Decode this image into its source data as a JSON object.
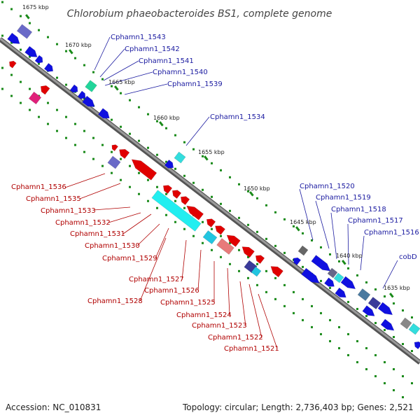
{
  "title": "Chlorobium phaeobacteroides BS1, complete genome",
  "footer": {
    "accession": "Accession: NC_010831",
    "summary": "Topology: circular; Length: 2,736,403 bp; Genes: 2,521"
  },
  "colors": {
    "backbone": "#777777",
    "forward": "#1010e0",
    "reverse": "#e00000",
    "tick": "#1a8a1a",
    "label_blue": "#1a1aa0",
    "label_red": "#b00000"
  },
  "scale_labels": [
    "1675 kbp",
    "1670 kbp",
    "1665 kbp",
    "1660 kbp",
    "1655 kbp",
    "1650 kbp",
    "1645 kbp",
    "1640 kbp",
    "1635 kbp"
  ],
  "genes_forward": [
    "Cphamn1_1543",
    "Cphamn1_1542",
    "Cphamn1_1541",
    "Cphamn1_1540",
    "Cphamn1_1539",
    "Cphamn1_1534",
    "Cphamn1_1520",
    "Cphamn1_1519",
    "Cphamn1_1518",
    "Cphamn1_1517",
    "Cphamn1_1516",
    "cobD"
  ],
  "genes_reverse": [
    "Cphamn1_1536",
    "Cphamn1_1535",
    "Cphamn1_1533",
    "Cphamn1_1532",
    "Cphamn1_1531",
    "Cphamn1_1530",
    "Cphamn1_1529",
    "Cphamn1_1528",
    "Cphamn1_1527",
    "Cphamn1_1526",
    "Cphamn1_1525",
    "Cphamn1_1524",
    "Cphamn1_1523",
    "Cphamn1_1522",
    "Cphamn1_1521"
  ]
}
